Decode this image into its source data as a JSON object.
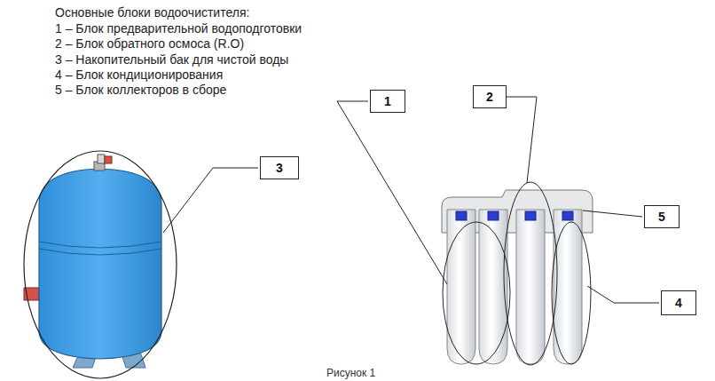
{
  "diagram": {
    "title": "Основные блоки водоочистителя:",
    "caption": "Рисунок 1",
    "nodes": [
      {
        "text": [
          "1"
        ]
      },
      {
        "text": [
          "2"
        ]
      },
      {
        "text": [
          "3"
        ]
      },
      {
        "text": [
          "5"
        ]
      },
      {
        "text": [
          "4"
        ]
      }
    ],
    "labels": [
      "1 – Блок предварительной водоподготовки",
      "2 – Блок обратного осмоса (R.O)",
      "3 – Накопительный бак для чистой воды",
      "4 – Блок кондиционирования",
      "5 – Блок коллекторов в сборе"
    ]
  }
}
